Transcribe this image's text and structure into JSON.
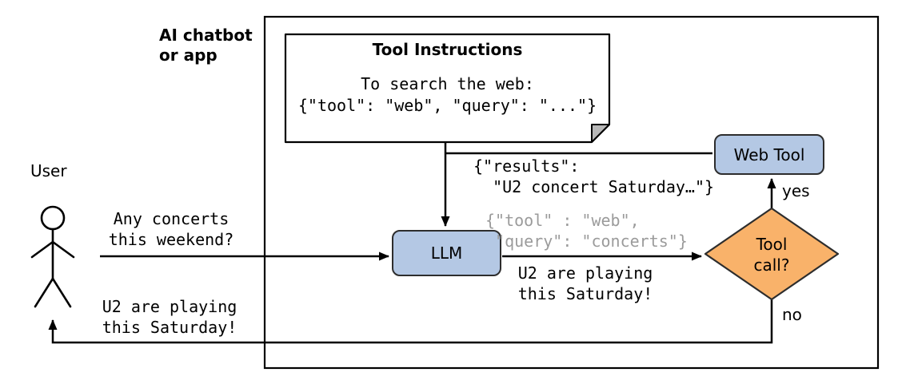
{
  "colors": {
    "node_fill": "#b4c8e4",
    "node_border": "#2d2d2d",
    "diamond_fill": "#f9b26a",
    "muted_text": "#9b9b9b",
    "note_fold": "#b8b8b8",
    "line_color": "#000000"
  },
  "boundary": {
    "label": "AI chatbot\nor app"
  },
  "note": {
    "title": "Tool Instructions",
    "body": "To search the web:\n{\"tool\": \"web\", \"query\": \"...\"}"
  },
  "user": {
    "label": "User",
    "message": "Any concerts\nthis weekend?"
  },
  "nodes": {
    "llm": "LLM",
    "web_tool": "Web Tool",
    "tool_call": "Tool\ncall?"
  },
  "edges": {
    "results": "{\"results\":\n  \"U2 concert Saturday…\"}",
    "tool_call_request": "{\"tool\" : \"web\",\n \"query\": \"concerts\"}",
    "llm_reply": "U2 are playing\nthis Saturday!",
    "final_answer": "U2 are playing\nthis Saturday!",
    "yes": "yes",
    "no": "no"
  }
}
